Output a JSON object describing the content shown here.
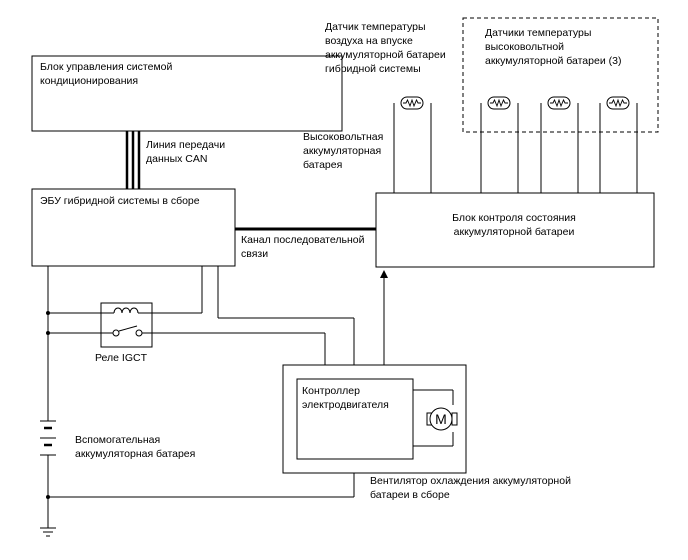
{
  "labels": {
    "ac_unit": [
      "Блок управления системой",
      "кондиционирования"
    ],
    "can_line": [
      "Линия передачи",
      "данных CAN"
    ],
    "hybrid_ecu": [
      "ЭБУ гибридной системы в сборе"
    ],
    "serial_channel": [
      "Канал последовательной",
      "связи"
    ],
    "battery_monitor": [
      "Блок контроля состояния",
      "аккумуляторной батареи"
    ],
    "intake_temp_sensor": [
      "Датчик температуры",
      "воздуха на впуске",
      "аккумуляторной батареи",
      "гибридной системы"
    ],
    "hv_temp_sensors": [
      "Датчики температуры",
      "высоковольтной",
      "аккумуляторной батареи (3)"
    ],
    "hv_battery": [
      "Высоковольтная",
      "аккумуляторная",
      "батарея"
    ],
    "igct_relay": [
      "Реле IGCT"
    ],
    "motor_controller": [
      "Контроллер",
      "электродвигателя"
    ],
    "motor_symbol": [
      "M"
    ],
    "aux_battery": [
      "Вспомогательная",
      "аккумуляторная батарея"
    ],
    "fan_assembly": [
      "Вентилятор охлаждения аккумуляторной",
      "батареи в сборе"
    ]
  }
}
